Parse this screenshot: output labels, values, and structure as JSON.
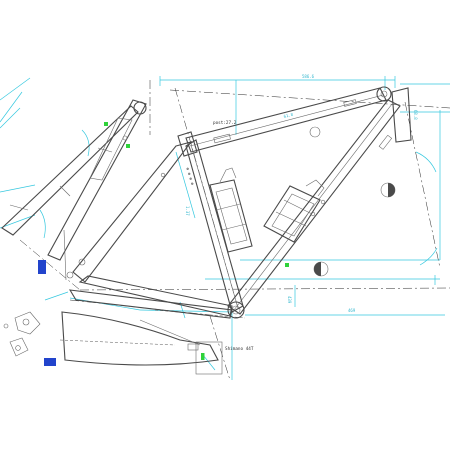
{
  "drawing": {
    "annotations": {
      "seatpost": "post:27.2",
      "chainstay": "Shimano 44T"
    },
    "dimensions": {
      "top_horizontal": "586.6",
      "top_tube_mid": "61.8",
      "seat_tube_right": "68.8",
      "lower_middle": "439",
      "lower_right": "469",
      "seat_tube_side": "1.37"
    },
    "colors": {
      "frame": "#4a4a4a",
      "dimension": "#35c8df",
      "highlight": "#2fd23a",
      "dropout": "#2244cc"
    }
  }
}
